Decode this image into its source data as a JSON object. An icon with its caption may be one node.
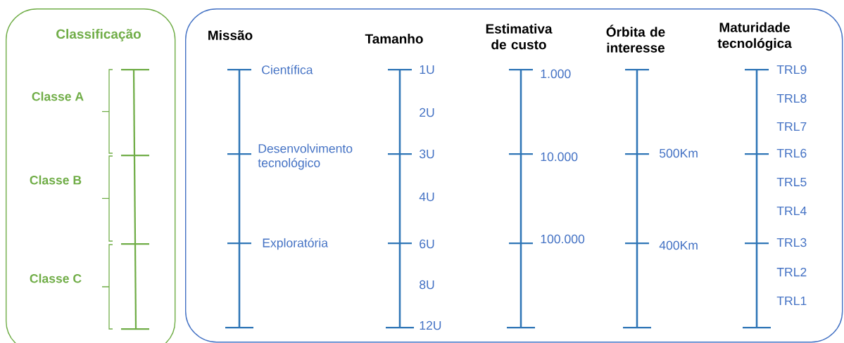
{
  "diagram": {
    "nodes": [
      {
        "text": [
          "Classificação"
        ]
      },
      {
        "text": [
          "Missão",
          "Tamanho",
          "Estimativa de custo",
          "Órbita de interesse",
          "Maturidade tecnológica"
        ]
      }
    ],
    "labels": [
      "Classe A",
      "Classe B",
      "Classe C",
      "Científica",
      "Desenvolvimento tecnológico",
      "Exploratória",
      "1U",
      "2U",
      "3U",
      "4U",
      "6U",
      "8U",
      "12U",
      "1.000",
      "10.000",
      "100.000",
      "500Km",
      "400Km",
      "TRL9",
      "TRL8",
      "TRL7",
      "TRL6",
      "TRL5",
      "TRL4",
      "TRL3",
      "TRL2",
      "TRL1"
    ]
  }
}
